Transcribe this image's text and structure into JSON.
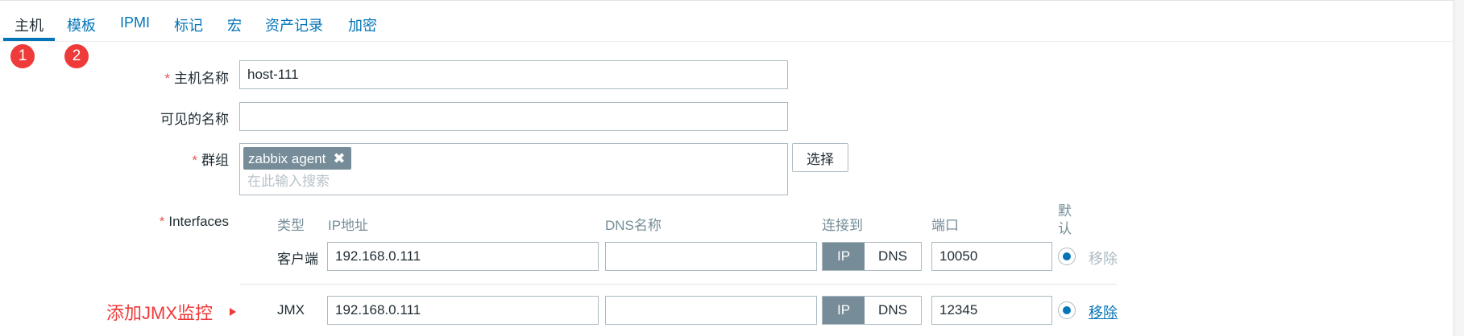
{
  "tabs": [
    {
      "label": "主机",
      "active": true
    },
    {
      "label": "模板",
      "active": false
    },
    {
      "label": "IPMI",
      "active": false
    },
    {
      "label": "标记",
      "active": false
    },
    {
      "label": "宏",
      "active": false
    },
    {
      "label": "资产记录",
      "active": false
    },
    {
      "label": "加密",
      "active": false
    }
  ],
  "badges": [
    "1",
    "2"
  ],
  "required_mark": "*",
  "form": {
    "host_name": {
      "label": "主机名称",
      "value": "host-111"
    },
    "visible_name": {
      "label": "可见的名称",
      "value": ""
    },
    "groups": {
      "label": "群组",
      "tags": [
        {
          "label": "zabbix agent",
          "remove": "✖"
        }
      ],
      "placeholder": "在此输入搜索",
      "select_button": "选择"
    },
    "interfaces": {
      "label": "Interfaces",
      "headers": {
        "type": "类型",
        "ip": "IP地址",
        "dns": "DNS名称",
        "connect": "连接到",
        "port": "端口",
        "default": "默认"
      },
      "rows": [
        {
          "type": "客户端",
          "ip": "192.168.0.111",
          "dns": "",
          "connect_ip": "IP",
          "connect_dns": "DNS",
          "port": "10050",
          "remove": "移除"
        },
        {
          "type": "JMX",
          "ip": "192.168.0.111",
          "dns": "",
          "connect_ip": "IP",
          "connect_dns": "DNS",
          "port": "12345",
          "remove": "移除"
        }
      ]
    }
  },
  "annotation": "添加JMX监控",
  "colors": {
    "link": "#0275b8",
    "accent_red": "#ef3a3a",
    "segment_active": "#768d99",
    "border": "#acbbc2"
  }
}
